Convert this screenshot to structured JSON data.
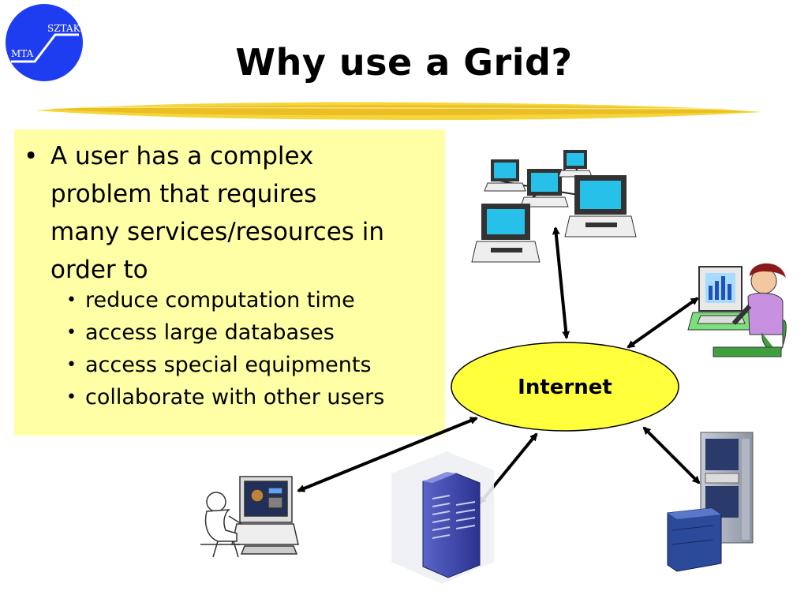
{
  "logo": {
    "left_text": "MTA",
    "right_text": "SZTAKI",
    "color": "#1f3df0"
  },
  "slide": {
    "title": "Why use a Grid?",
    "main_bullet": "A user has a complex\nproblem that requires\nmany services/resources in\norder to",
    "sub_bullets": [
      "reduce computation time",
      "access large databases",
      "access special equipments",
      "collaborate with other users"
    ]
  },
  "diagram": {
    "hub_label": "Internet",
    "hub_color": "#ffff3c",
    "textbox_color": "#ffffa5",
    "nodes": [
      "computer-network-icon",
      "user-at-workstation-icon",
      "server-rack-icon",
      "supercomputer-icon",
      "person-at-computer-icon"
    ]
  }
}
